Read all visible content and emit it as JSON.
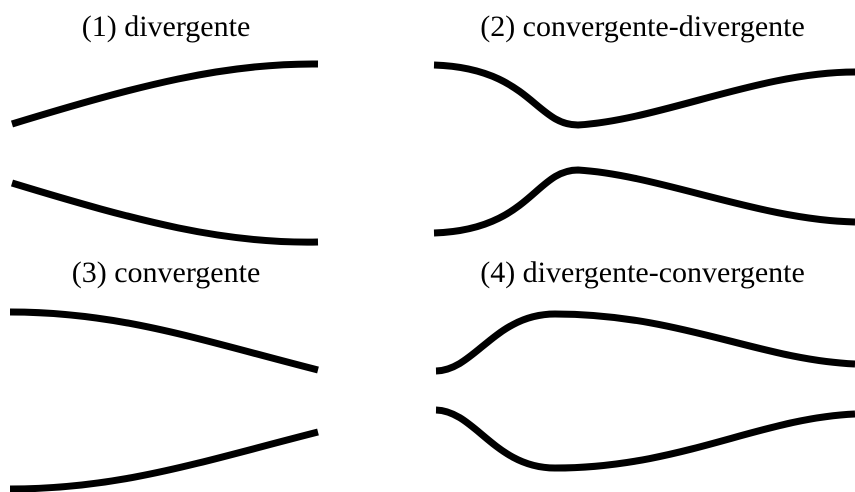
{
  "panels": [
    {
      "label": "(1) divergente"
    },
    {
      "label": "(2) convergente-divergente"
    },
    {
      "label": "(3) convergente"
    },
    {
      "label": "(4) divergente-convergente"
    }
  ],
  "colors": {
    "background": "#ffffff",
    "stroke": "#000000"
  }
}
